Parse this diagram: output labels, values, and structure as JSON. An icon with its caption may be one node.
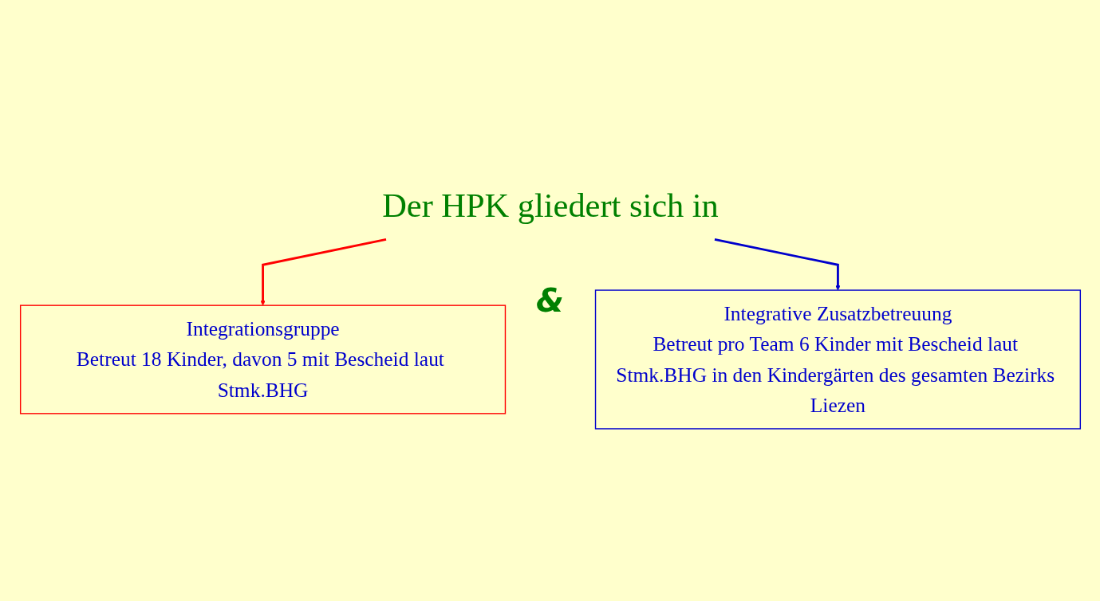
{
  "diagram": {
    "nodes": [
      {
        "text": [
          "Der HPK gliedert sich in"
        ]
      },
      {
        "text": [
          "Integrationsgruppe",
          "Betreut 18 Kinder, davon 5 mit Bescheid laut Stmk.BHG"
        ]
      },
      {
        "text": [
          "Integrative Zusatzbetreuung",
          "Betreut pro Team 6 Kinder mit Bescheid laut Stmk.BHG in den Kindergärten des gesamten Bezirks Liezen"
        ]
      }
    ],
    "edges": [
      {
        "from": 0,
        "to": 1,
        "arrow": "to",
        "color": "#ff0000"
      },
      {
        "from": 0,
        "to": 2,
        "arrow": "to",
        "color": "#0000cc"
      }
    ],
    "labels": [
      "&"
    ]
  }
}
